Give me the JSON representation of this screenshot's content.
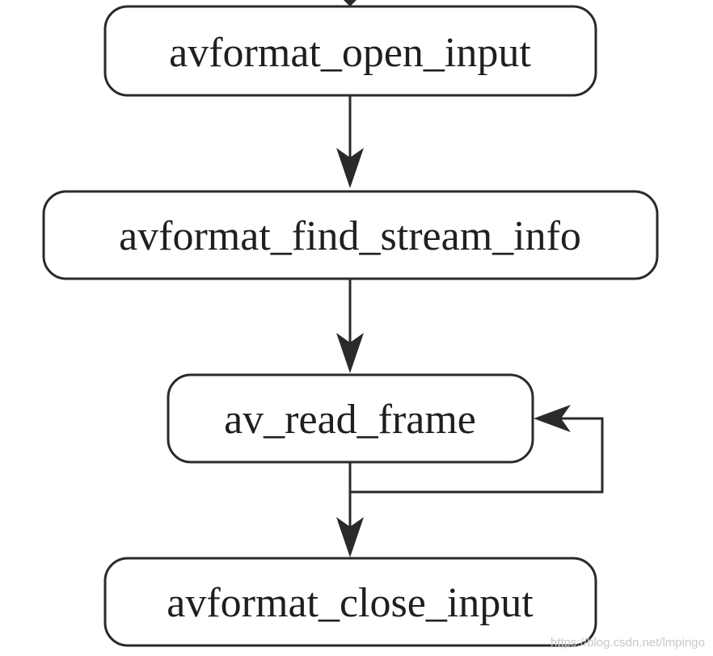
{
  "nodes": {
    "open_input": "avformat_open_input",
    "find_stream_info": "avformat_find_stream_info",
    "read_frame": "av_read_frame",
    "close_input": "avformat_close_input"
  },
  "watermark": "https://blog.csdn.net/lmpingo",
  "colors": {
    "stroke": "#2a2a2a",
    "text": "#1f1f1f",
    "background": "#ffffff",
    "watermark": "#c8c8c8"
  }
}
